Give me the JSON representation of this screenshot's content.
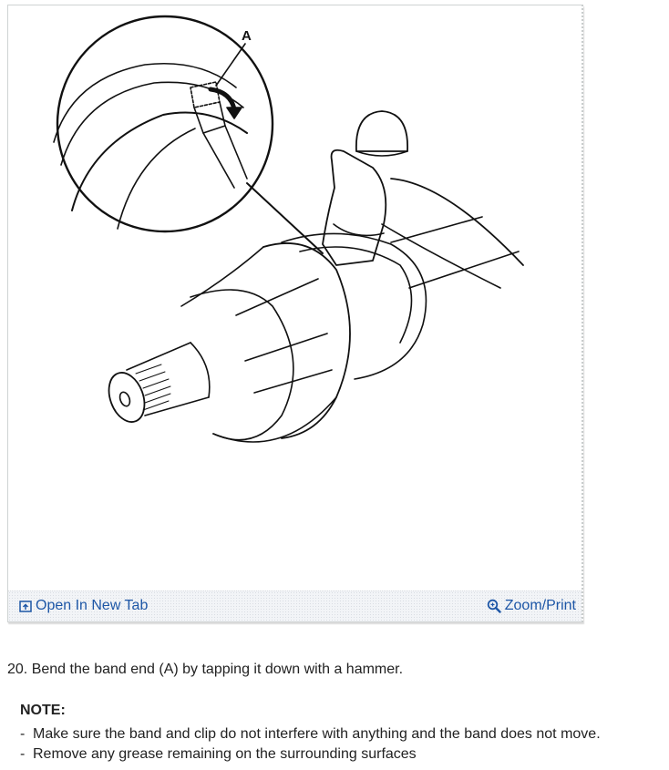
{
  "figure": {
    "illustration_label": "A",
    "illustration_description": "Hammer tapping down band end (A) on CV joint boot",
    "footer": {
      "open_new_tab_label": "Open In New Tab",
      "open_new_tab_icon": "open-new-tab-icon",
      "zoom_print_label": "Zoom/Print",
      "zoom_print_icon": "magnifier-plus-icon"
    },
    "link_color": "#1d56a6"
  },
  "step": {
    "text": "20. Bend the band end (A) by tapping it down with a hammer."
  },
  "note": {
    "title": "NOTE:",
    "items": [
      "Make sure the band and clip do not interfere with anything and the band does not move.",
      "Remove any grease remaining on the surrounding surfaces"
    ]
  }
}
